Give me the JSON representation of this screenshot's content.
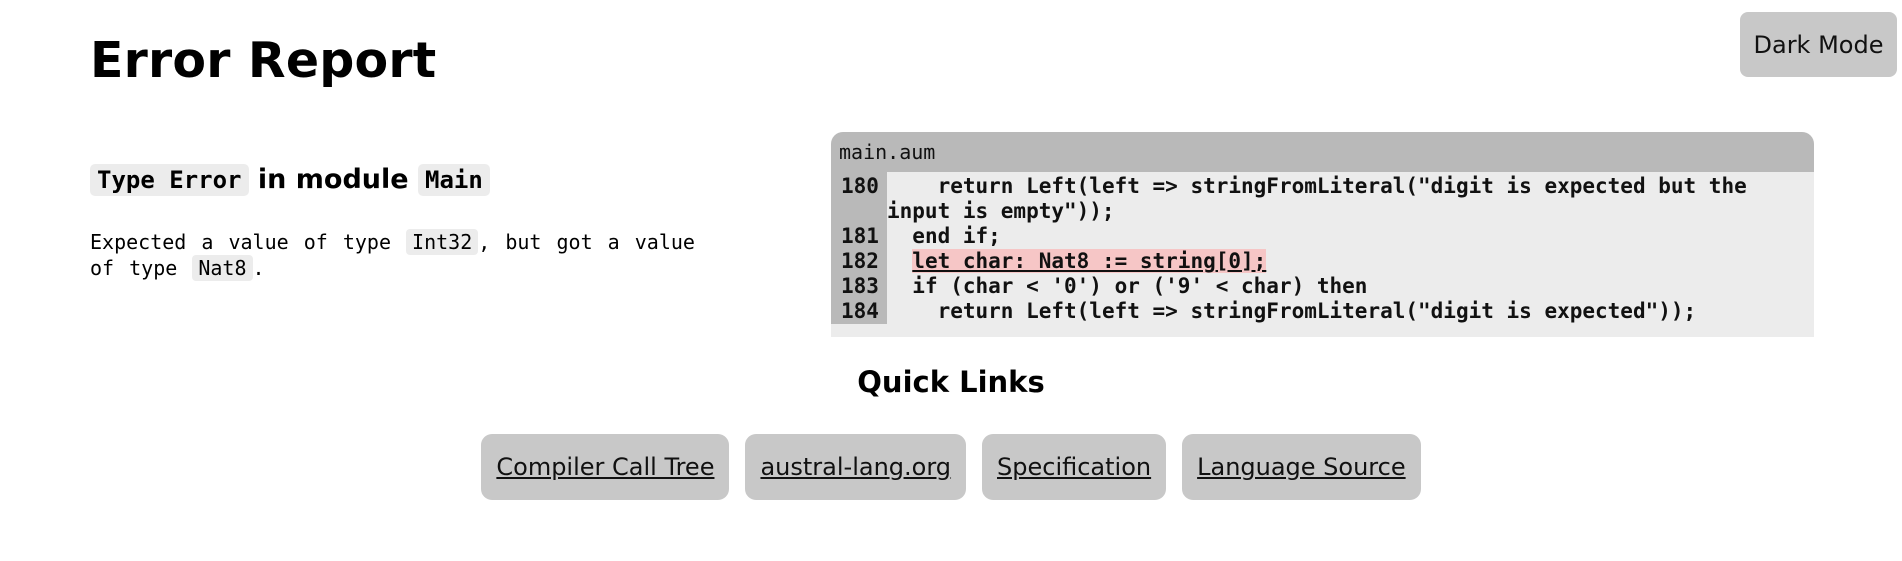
{
  "header": {
    "title": "Error Report",
    "theme_toggle_label": "Dark Mode"
  },
  "error": {
    "kind": "Type Error",
    "in_module_text": "in module",
    "module": "Main",
    "message_prefix": "Expected a value of type",
    "expected_type": "Int32",
    "message_middle": ", but got a value of type",
    "actual_type": "Nat8",
    "message_suffix": "."
  },
  "code_panel": {
    "filename": "main.aum",
    "lines": [
      {
        "number": "180",
        "code": "    return Left(left => stringFromLiteral(\"digit is expected but the input is empty\"));"
      },
      {
        "number": "181",
        "code": "  end if;"
      },
      {
        "number": "182",
        "indent": "  ",
        "code": "let char: Nat8 := string[0];",
        "highlighted": true
      },
      {
        "number": "183",
        "code": "  if (char < '0') or ('9' < char) then"
      },
      {
        "number": "184",
        "code": "    return Left(left => stringFromLiteral(\"digit is expected\"));"
      }
    ]
  },
  "quick_links": {
    "title": "Quick Links",
    "items": [
      {
        "label": "Compiler Call Tree"
      },
      {
        "label": "austral-lang.org"
      },
      {
        "label": "Specification"
      },
      {
        "label": "Language Source"
      }
    ]
  },
  "colors": {
    "button_bg": "#c8c8c8",
    "code_bg": "#ececec",
    "gutter_bg": "#b9b9b9",
    "highlight_bg": "#f6c6c6"
  }
}
